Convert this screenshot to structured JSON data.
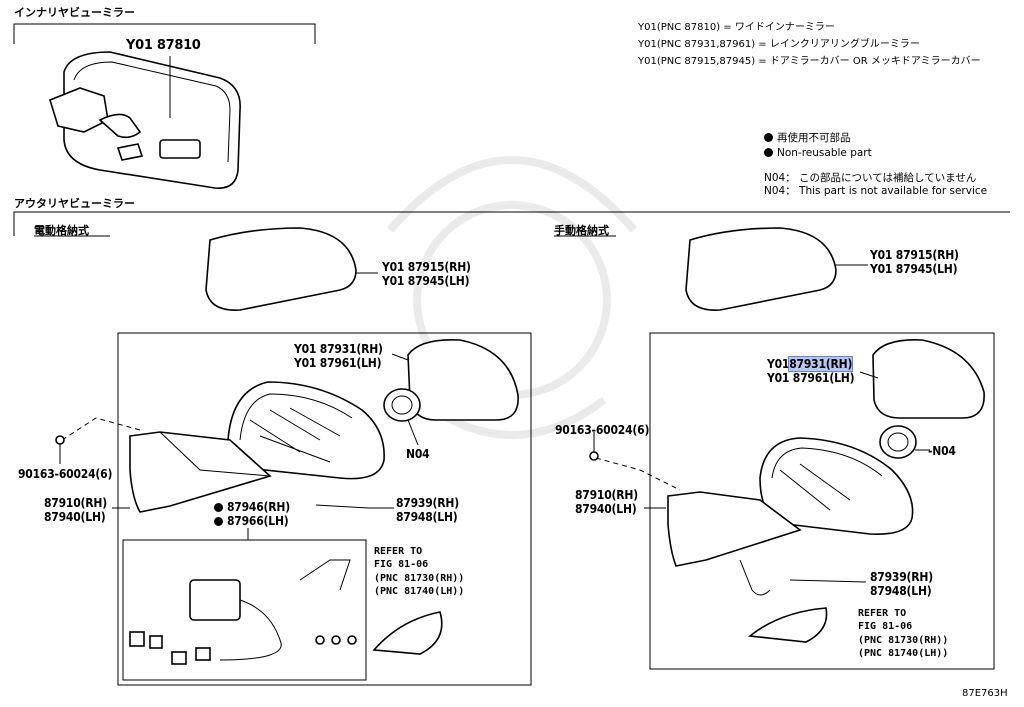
{
  "sections": {
    "inner": "インナリヤビューミラー",
    "outer": "アウタリヤビューミラー",
    "electric": "電動格納式",
    "manual": "手動格納式"
  },
  "notes": [
    "Y01(PNC 87810) = ワイドインナーミラー",
    "Y01(PNC 87931,87961) = レインクリアリングブルーミラー",
    "Y01(PNC 87915,87945) = ドアミラーカバー OR メッキドアミラーカバー"
  ],
  "legend": {
    "non_reusable_jp": "再使用不可部品",
    "non_reusable_en": "Non-reusable part",
    "n04_jp": "N04： この部品については補給していません",
    "n04_en": "N04： This part is not available for service"
  },
  "parts": {
    "inner_mirror": "Y01 87810",
    "cover_l1": "Y01 87915(RH)",
    "cover_l2": "Y01 87945(LH)",
    "glass_l1": "Y01 87931(RH)",
    "glass_l2": "Y01 87961(LH)",
    "n04": "N04",
    "bolt": "90163-60024(6)",
    "body_l1": "87910(RH)",
    "body_l2": "87940(LH)",
    "motor_l1": "87946(RH)",
    "motor_l2": "87966(LH)",
    "screw_l1": "87939(RH)",
    "screw_l2": "87948(LH)",
    "refer_1": "REFER TO",
    "refer_2": "FIG 81-06",
    "refer_3": "(PNC 81730(RH))",
    "refer_4": "(PNC 81740(LH))",
    "glass_r1_prefix": "Y01",
    "glass_r1_num": "87931(RH)",
    "n04_r": "-N04"
  },
  "figure_code": "87E763H"
}
